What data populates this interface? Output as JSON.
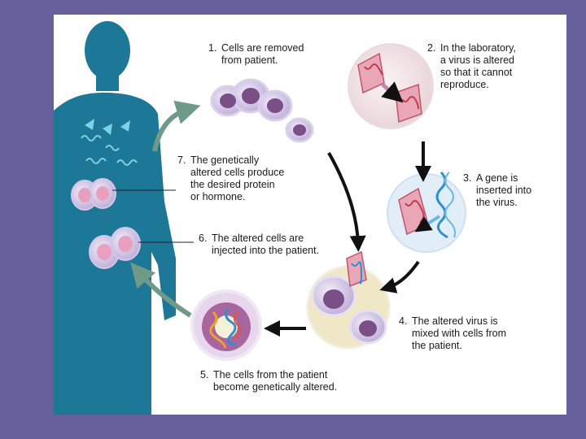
{
  "colors": {
    "background": "#65609a",
    "panel": "#ffffff",
    "body_silhouette": "#1d7796",
    "cell_fill": "#c9b3de",
    "nucleus": "#7a4e86",
    "virus": "#e8a6b6",
    "arrow": "#111111",
    "return_arrow": "#6f9a8a"
  },
  "steps": [
    {
      "num": "1.",
      "lines": [
        "Cells are removed",
        "from patient."
      ]
    },
    {
      "num": "2.",
      "lines": [
        "In the laboratory,",
        "a virus is altered",
        "so that it cannot",
        "reproduce."
      ]
    },
    {
      "num": "3.",
      "lines": [
        "A gene is",
        "inserted into",
        "the virus."
      ]
    },
    {
      "num": "4.",
      "lines": [
        "The altered virus is",
        "mixed with cells from",
        "the patient."
      ]
    },
    {
      "num": "5.",
      "lines": [
        "The cells from the patient",
        "become genetically altered."
      ]
    },
    {
      "num": "6.",
      "lines": [
        "The altered cells are",
        "injected into the patient."
      ]
    },
    {
      "num": "7.",
      "lines": [
        "The genetically",
        "altered cells produce",
        "the desired protein",
        "or hormone."
      ]
    }
  ]
}
